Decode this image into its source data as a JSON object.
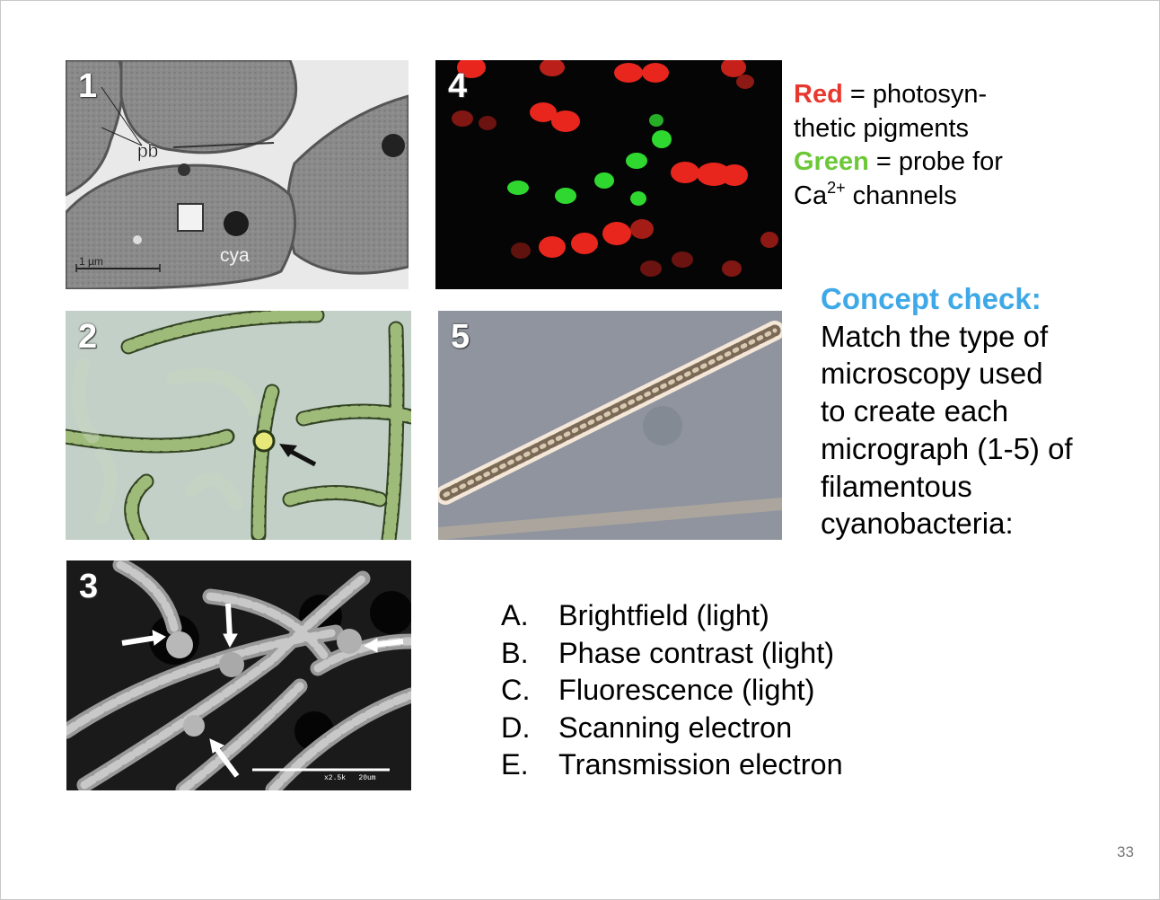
{
  "micrographs": [
    {
      "number": "1",
      "labels": {
        "pb": "pb",
        "cya": "cya",
        "scale": "1 µm"
      }
    },
    {
      "number": "2"
    },
    {
      "number": "3",
      "labels": {
        "scale": "x2.5k   20um"
      }
    },
    {
      "number": "4"
    },
    {
      "number": "5"
    }
  ],
  "legend": {
    "red_word": "Red",
    "red_rest_line1": " = photosyn-",
    "red_rest_line2": "thetic pigments",
    "green_word": "Green",
    "green_rest": " = probe for",
    "ca_prefix": "Ca",
    "ca_sup": "2+",
    "ca_suffix": " channels"
  },
  "concept": {
    "heading": "Concept check:",
    "lines": [
      "Match the type of",
      "microscopy used",
      "to create each",
      "micrograph (1-5) of",
      "filamentous",
      "cyanobacteria:"
    ]
  },
  "options": [
    {
      "letter": "A.",
      "text": "Brightfield (light)"
    },
    {
      "letter": "B.",
      "text": "Phase contrast (light)"
    },
    {
      "letter": "C.",
      "text": "Fluorescence (light)"
    },
    {
      "letter": "D.",
      "text": "Scanning electron"
    },
    {
      "letter": "E.",
      "text": "Transmission electron"
    }
  ],
  "page_number": "33",
  "colors": {
    "red_label": "#e8382e",
    "green_label": "#6cc837",
    "concept_heading": "#3fa9e8",
    "fluorescence_red": "#e8261e",
    "fluorescence_green": "#2fd82f"
  }
}
